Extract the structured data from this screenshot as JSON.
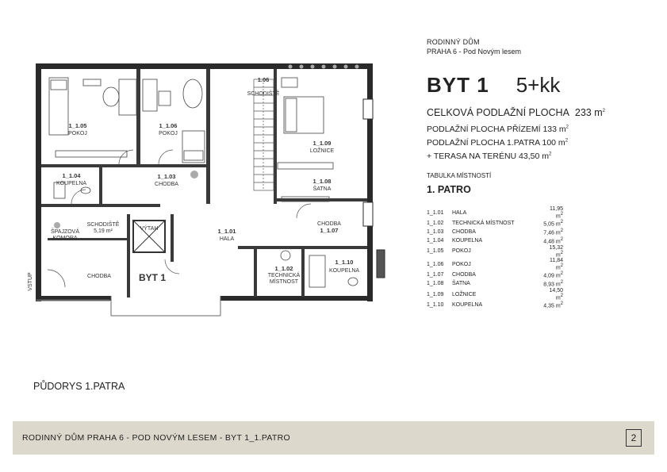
{
  "project": {
    "line1": "RODINNÝ DŮM",
    "line2": "PRAHA 6 - Pod Novým lesem"
  },
  "unit": {
    "name": "BYT 1",
    "type": "5+kk"
  },
  "areas": {
    "total_label": "CELKOVÁ PODLAŽNÍ PLOCHA",
    "total_value": "233 m",
    "ground_label": "PODLAŽNÍ PLOCHA PŘÍZEMÍ",
    "ground_value": "133 m",
    "first_label": "PODLAŽNÍ PLOCHA 1.PATRA",
    "first_value": "100 m",
    "terrace_label": "+ TERASA NA TERÉNU",
    "terrace_value": "43,50 m",
    "sq": "2"
  },
  "table": {
    "heading": "TABULKA MÍSTNOSTÍ",
    "floor": "1. PATRO",
    "rows": [
      {
        "code": "1_1.01",
        "name": "HALA",
        "area": "11,95 m"
      },
      {
        "code": "1_1.02",
        "name": "TECHNICKÁ MÍSTNOST",
        "area": "5,05 m"
      },
      {
        "code": "1_1.03",
        "name": "CHODBA",
        "area": "7,46 m"
      },
      {
        "code": "1_1.04",
        "name": "KOUPELNA",
        "area": "4,48 m"
      },
      {
        "code": "1_1.05",
        "name": "POKOJ",
        "area": "15,32 m"
      },
      {
        "code": "1_1.06",
        "name": "POKOJ",
        "area": "11,84 m"
      },
      {
        "code": "1_1.07",
        "name": "CHODBA",
        "area": "4,09 m"
      },
      {
        "code": "1_1.08",
        "name": "ŠATNA",
        "area": "8,93 m"
      },
      {
        "code": "1_1.09",
        "name": "LOŽNICE",
        "area": "14,50 m"
      },
      {
        "code": "1_1.10",
        "name": "KOUPELNA",
        "area": "4,35 m"
      }
    ]
  },
  "plan": {
    "title": "PŮDORYS 1.PATRA",
    "unit_label": "BYT 1",
    "rooms": {
      "r105": {
        "code": "1_1.05",
        "name": "POKOJ"
      },
      "r106": {
        "code": "1_1.06",
        "name": "POKOJ"
      },
      "r104": {
        "code": "1_1.04",
        "name": "KOUPELNA"
      },
      "r103": {
        "code": "1_1.03",
        "name": "CHODBA"
      },
      "r101": {
        "code": "1_1.01",
        "name": "HALA"
      },
      "r102": {
        "code": "1_1.02",
        "name": "TECHNICKÁ",
        "name2": "MÍSTNOST"
      },
      "r107": {
        "code": "1_1.07",
        "name": "CHODBA"
      },
      "r108": {
        "code": "1_1.08",
        "name": "ŠATNA"
      },
      "r109": {
        "code": "1_1.09",
        "name": "LOŽNICE"
      },
      "r110": {
        "code": "1_1.10",
        "name": "KOUPELNA"
      },
      "stair": {
        "code": "1.06",
        "name": "SCHODIŠTĚ"
      },
      "pantry": {
        "name": "ŠPAJZOVÁ",
        "name2": "KOMORA"
      },
      "stair2": {
        "name": "SCHODIŠTĚ",
        "name2": "5,19 m²"
      },
      "lift": {
        "name": "VÝTAH"
      },
      "corridor": {
        "name": "CHODBA"
      },
      "entry": {
        "name": "VSTUP"
      }
    }
  },
  "footer": {
    "text": "RODINNÝ DŮM PRAHA 6 - POD NOVÝM LESEM - BYT 1_1.PATRO",
    "page": "2"
  }
}
